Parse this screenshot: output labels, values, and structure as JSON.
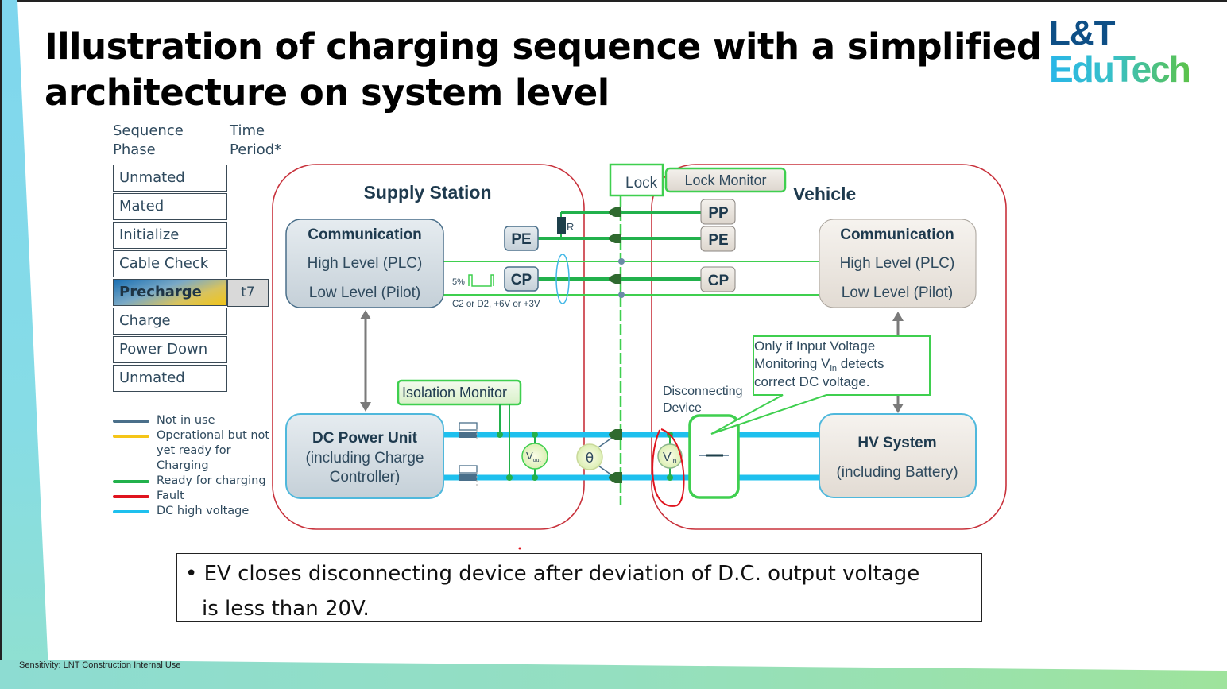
{
  "slide": {
    "title_line1": "Illustration of charging sequence with a simplified",
    "title_line2": "architecture on system level",
    "logo_line1": "L&T",
    "logo_line2": "EduTech",
    "footer": "Sensitivity: LNT Construction Internal Use"
  },
  "sequence": {
    "col1_header_line1": "Sequence",
    "col1_header_line2": "Phase",
    "col2_header_line1": "Time",
    "col2_header_line2": "Period*",
    "phases": [
      "Unmated",
      "Mated",
      "Initialize",
      "Cable Check",
      "Precharge",
      "Charge",
      "Power Down",
      "Unmated"
    ],
    "active_phase": "Precharge",
    "active_time_period": "t7"
  },
  "legend": [
    {
      "label_lines": [
        "Not in use"
      ],
      "color": "#4a6f8a"
    },
    {
      "label_lines": [
        "Operational but not",
        "yet ready for",
        "Charging"
      ],
      "color": "#f5c518"
    },
    {
      "label_lines": [
        "Ready for charging"
      ],
      "color": "#22b14c"
    },
    {
      "label_lines": [
        "Fault"
      ],
      "color": "#e0141e"
    },
    {
      "label_lines": [
        "DC high voltage"
      ],
      "color": "#1ec0ee"
    }
  ],
  "diagram": {
    "supply_station": {
      "title": "Supply Station",
      "communication": {
        "title": "Communication",
        "high": "High Level (PLC)",
        "low": "Low Level (Pilot)"
      },
      "power_unit": {
        "line1": "DC Power Unit",
        "line2": "(including Charge",
        "line3": "Controller)"
      },
      "isolation_monitor": "Isolation Monitor",
      "pe_label": "PE",
      "cp_label": "CP",
      "resistor_label": "R",
      "pwm_label": "5%",
      "cp_state": "C2 or D2, +6V or +3V",
      "vout_label": "V",
      "vout_sub": "out",
      "temp_label": "θ"
    },
    "connector": {
      "lock": "Lock",
      "lock_monitor": "Lock Monitor"
    },
    "vehicle": {
      "title": "Vehicle",
      "pp_label": "PP",
      "pe_label": "PE",
      "cp_label": "CP",
      "communication": {
        "title": "Communication",
        "high": "High Level (PLC)",
        "low": "Low Level (Pilot)"
      },
      "hv_system": {
        "line1": "HV System",
        "line2": "(including Battery)"
      },
      "disconnecting_device_line1": "Disconnecting",
      "disconnecting_device_line2": "Device",
      "vin_label": "V",
      "vin_sub": "in",
      "callout_line1": "Only if Input Voltage",
      "callout_line2_a": "Monitoring V",
      "callout_line2_sub": "in",
      "callout_line2_b": " detects",
      "callout_line3": "correct DC voltage."
    },
    "colors": {
      "ready_green": "#22b14c",
      "dc_blue": "#1ec0ee",
      "fault_red": "#c8323c",
      "box_border_blue": "#4fb8dc"
    }
  },
  "note": {
    "bullet": "•",
    "line1": "EV closes disconnecting device after deviation of D.C. output voltage",
    "line2": "is less than 20V."
  }
}
